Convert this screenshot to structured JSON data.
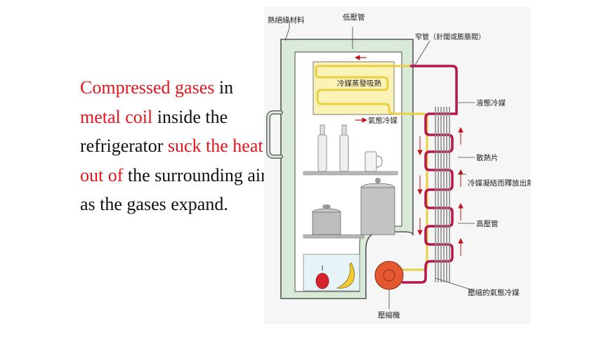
{
  "paragraph": {
    "parts": [
      {
        "text": "Compressed gases",
        "highlight": true
      },
      {
        "text": " in ",
        "highlight": false
      },
      {
        "text": "metal coil",
        "highlight": true
      },
      {
        "text": " inside the refrigerator ",
        "highlight": false
      },
      {
        "text": "suck the heat out of",
        "highlight": true
      },
      {
        "text": " the surrounding air as the gases expand.",
        "highlight": false
      }
    ]
  },
  "diagram": {
    "labels": {
      "insulation": "熱絕緣材料",
      "low_pressure_pipe": "低壓管",
      "narrow_pipe": "窄管（針闊或膨脹閥）",
      "evaporator": "冷媒蒸發吸熱",
      "gas_refrigerant": "氣態冷媒",
      "liquid_refrigerant": "液態冷媒",
      "heat_sink": "散熱片",
      "condensation": "冷媒凝結而釋放出熱",
      "high_pressure_pipe": "高壓管",
      "compressed_gas": "壓縮的氣態冷媒",
      "compressor": "壓縮機"
    }
  },
  "colors": {
    "highlight": "#e8141c",
    "text": "#111111",
    "fridge_wall": "#d9ead8",
    "fridge_outline": "#555555",
    "evaporator": "#fbf2b6",
    "yellow_pipe": "#e7cf43",
    "hot_pipe": "#b5164c",
    "compressor": "#e4582f",
    "arrow": "#c0161e"
  }
}
